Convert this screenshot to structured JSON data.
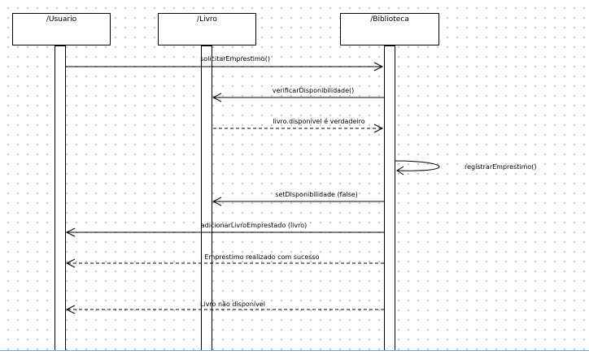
{
  "lifelines": [
    {
      "name": "/Usuario"
    },
    {
      "name": "/Livro"
    },
    {
      "name": "/Biblioteca"
    }
  ],
  "messages": [
    {
      "label": "solicitarEmprestimo()",
      "from": "/Usuario",
      "to": "/Biblioteca",
      "style": "solid"
    },
    {
      "label": "verificarDisponibilidade()",
      "from": "/Biblioteca",
      "to": "/Livro",
      "style": "solid"
    },
    {
      "label": "livro.disponível é verdadeiro",
      "from": "/Livro",
      "to": "/Biblioteca",
      "style": "dashed"
    },
    {
      "label": "registrarEmprestimo()",
      "from": "/Biblioteca",
      "to": "/Biblioteca",
      "style": "self"
    },
    {
      "label": "setDisponibilidade (false)",
      "from": "/Biblioteca",
      "to": "/Livro",
      "style": "solid"
    },
    {
      "label": "adicionarLivroEmprestado (livro)",
      "from": "/Biblioteca",
      "to": "/Usuario",
      "style": "solid"
    },
    {
      "label": "Emprestimo realizado com sucesso",
      "from": "/Biblioteca",
      "to": "/Usuario",
      "style": "dashed"
    },
    {
      "label": "Livro não disponível",
      "from": "/Biblioteca",
      "to": "/Usuario",
      "style": "dashed"
    }
  ]
}
